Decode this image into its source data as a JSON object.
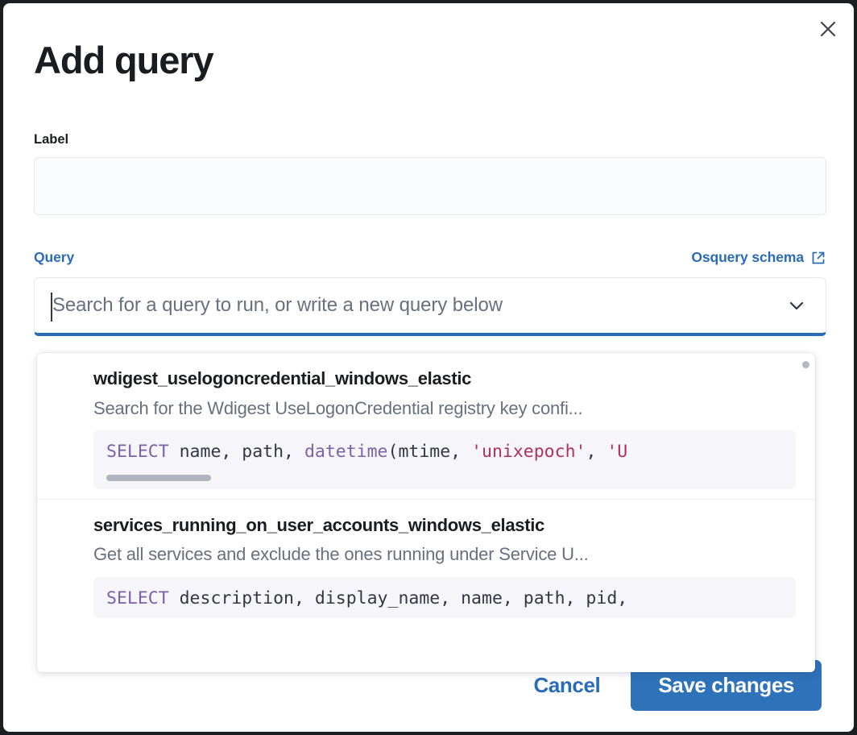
{
  "modal": {
    "title": "Add query",
    "close_icon": "close-icon"
  },
  "form": {
    "label_field": {
      "label": "Label",
      "value": "",
      "placeholder": ""
    },
    "query_section": {
      "label": "Query",
      "schema_link": {
        "text": "Osquery schema",
        "icon": "external-link-icon"
      },
      "combobox": {
        "value": "",
        "placeholder": "Search for a query to run, or write a new query below",
        "expand_icon": "chevron-down-icon"
      }
    }
  },
  "dropdown": {
    "options": [
      {
        "title": "wdigest_uselogoncredential_windows_elastic",
        "description": "Search for the Wdigest UseLogonCredential registry key confi...",
        "code_tokens": [
          {
            "t": "SELECT",
            "c": "kw"
          },
          {
            "t": " name, path, ",
            "c": "id"
          },
          {
            "t": "datetime",
            "c": "fn"
          },
          {
            "t": "(mtime, ",
            "c": "id"
          },
          {
            "t": "'unixepoch'",
            "c": "str"
          },
          {
            "t": ", ",
            "c": "id"
          },
          {
            "t": "'U",
            "c": "str"
          }
        ],
        "has_scrollbar": true
      },
      {
        "title": "services_running_on_user_accounts_windows_elastic",
        "description": "Get all services and exclude the ones running under Service U...",
        "code_tokens": [
          {
            "t": "SELECT",
            "c": "kw"
          },
          {
            "t": " description, display_name, name, path, pid,",
            "c": "id"
          }
        ],
        "has_scrollbar": false
      }
    ]
  },
  "footer": {
    "cancel_label": "Cancel",
    "save_label": "Save changes"
  },
  "colors": {
    "accent_blue": "#2b6cb8",
    "save_button": "#2e72ba",
    "text_dark": "#1a1c21",
    "text_muted": "#69707d",
    "code_bg": "#f6f6fa",
    "keyword_purple": "#7b61a8",
    "string_crimson": "#b0305c"
  }
}
